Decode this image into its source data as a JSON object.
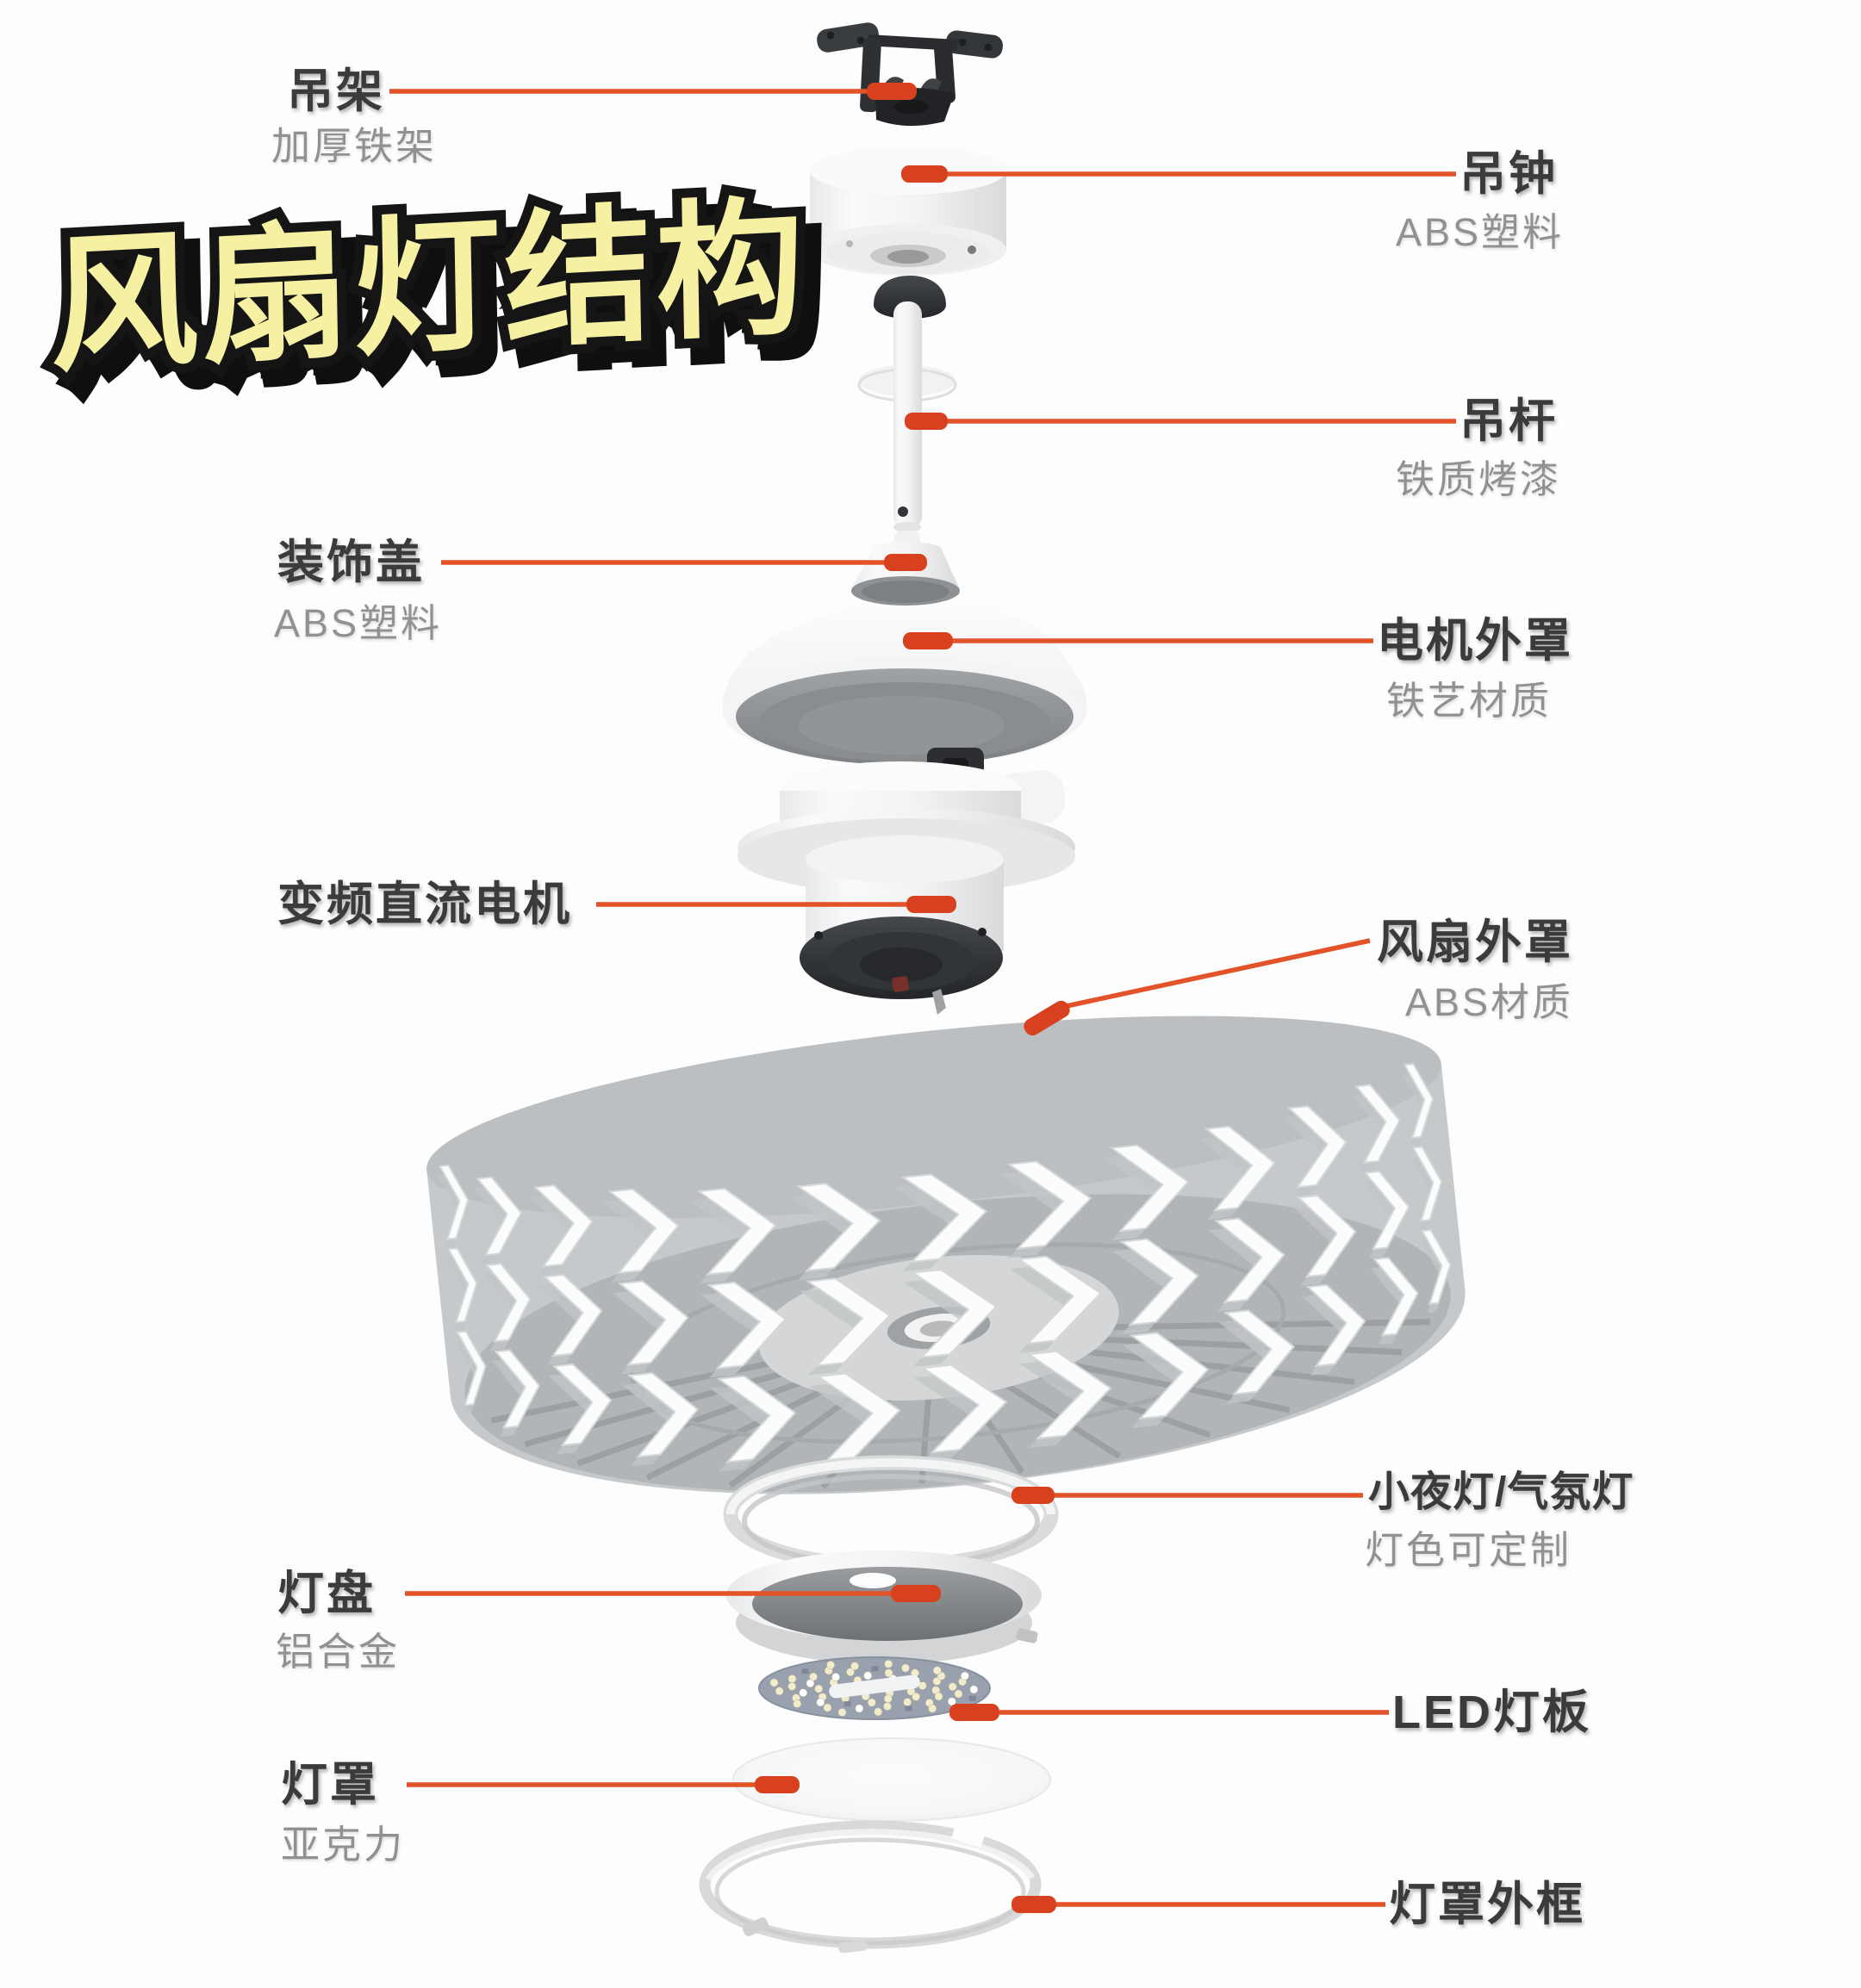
{
  "title": "风扇灯结构",
  "colors": {
    "accent_marker": "#d84120",
    "leader_line": "#e25329",
    "title_fill": "#f6f0a3",
    "title_outline": "#141414",
    "label_text": "#3a3b3d",
    "sub_text": "#8f9193"
  },
  "parts": {
    "bracket": {
      "label": "吊架",
      "spec": "加厚铁架"
    },
    "canopy": {
      "label": "吊钟",
      "spec": "ABS塑料"
    },
    "downrod": {
      "label": "吊杆",
      "spec": "铁质烤漆"
    },
    "decorative_cover": {
      "label": "装饰盖",
      "spec": "ABS塑料"
    },
    "motor_housing": {
      "label": "电机外罩",
      "spec": "铁艺材质"
    },
    "dc_motor": {
      "label": "变频直流电机"
    },
    "fan_shroud": {
      "label": "风扇外罩",
      "spec": "ABS材质"
    },
    "night_light": {
      "label": "小夜灯/气氛灯",
      "spec": "灯色可定制"
    },
    "light_tray": {
      "label": "灯盘",
      "spec": "铝合金"
    },
    "led_board": {
      "label": "LED灯板"
    },
    "lamp_shade": {
      "label": "灯罩",
      "spec": "亚克力"
    },
    "shade_frame": {
      "label": "灯罩外框"
    }
  }
}
